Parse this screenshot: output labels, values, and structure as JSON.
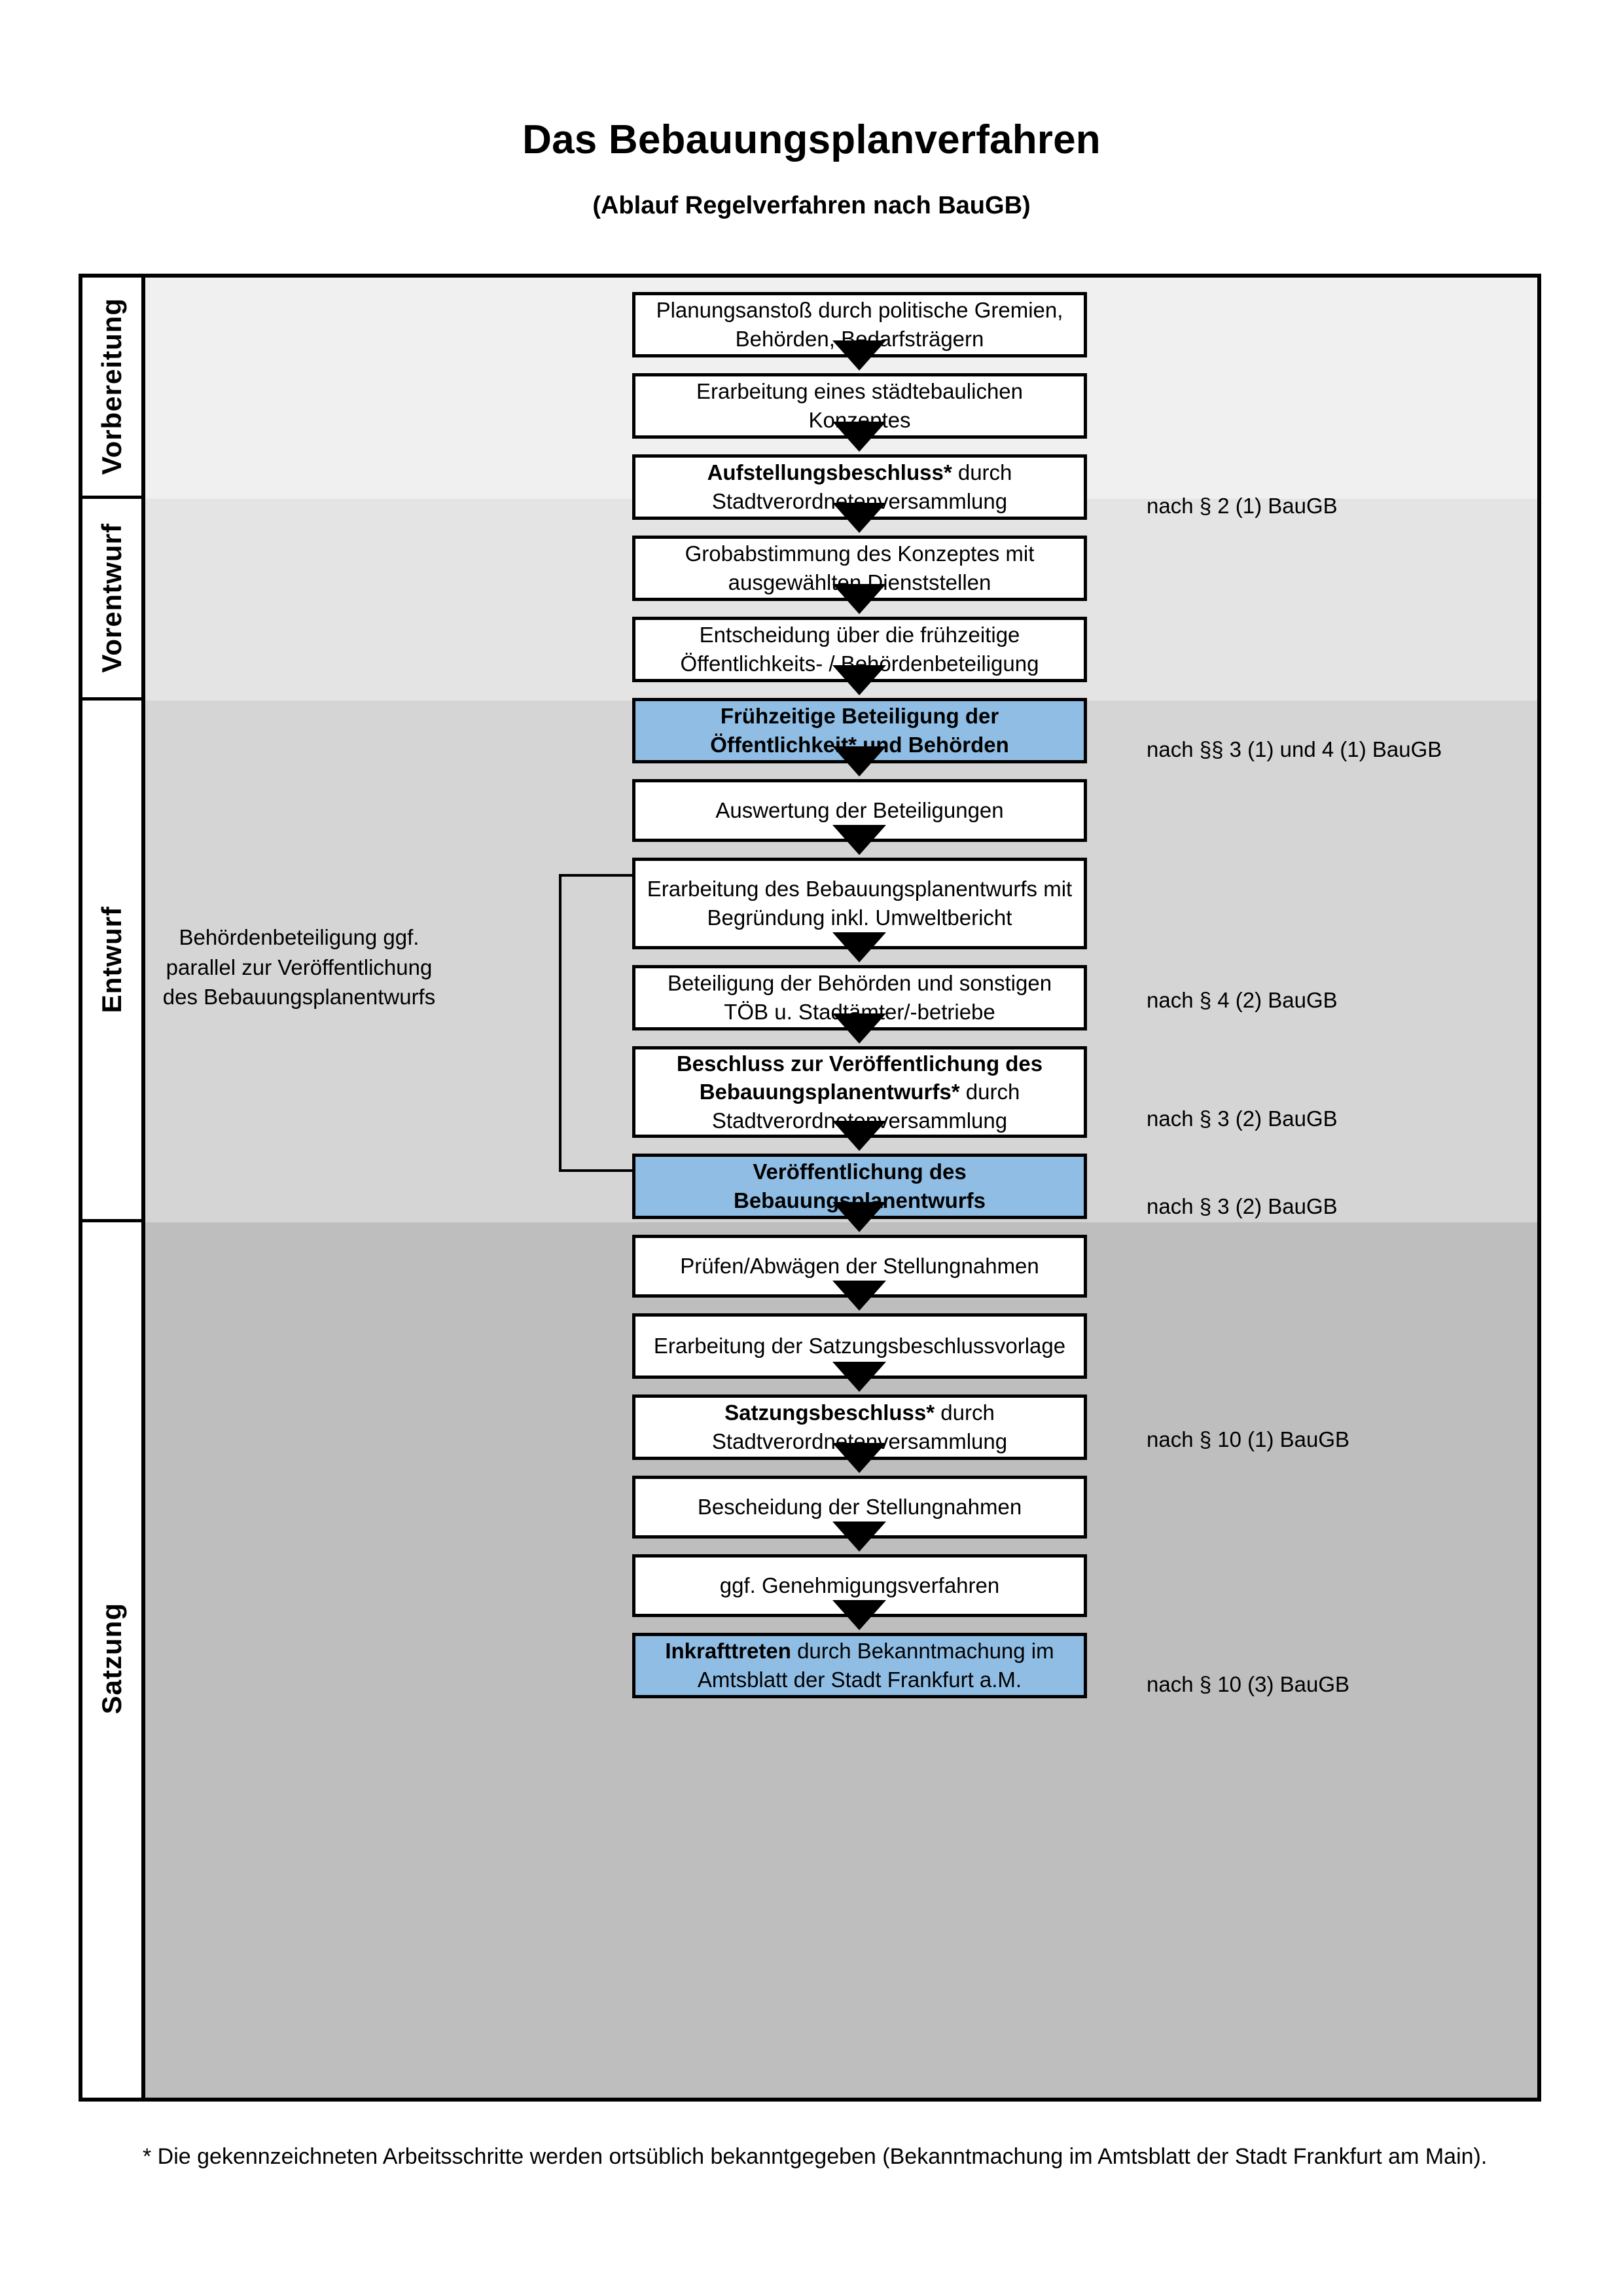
{
  "header": {
    "title": "Das Bebauungsplanverfahren",
    "subtitle": "(Ablauf Regelverfahren nach BauGB)"
  },
  "colors": {
    "highlight_box": "#8FBDE4",
    "band_vorbereitung": "#F0F0F0",
    "band_vorentwurf": "#E4E4E4",
    "band_entwurf": "#D5D5D5",
    "band_satzung": "#BEBEBE",
    "outline": "#000000"
  },
  "phases": [
    {
      "label": "Vorbereitung"
    },
    {
      "label": "Vorentwurf"
    },
    {
      "label": "Entwurf"
    },
    {
      "label": "Satzung"
    }
  ],
  "steps": [
    {
      "id": "planungsanstoss",
      "phase": "Vorbereitung",
      "bold": "",
      "text": "Planungsanstoß durch politische Gremien, Behörden, Bedarfsträgern",
      "highlight": false
    },
    {
      "id": "staedtebauliches-konzept",
      "phase": "Vorbereitung",
      "bold": "",
      "text": "Erarbeitung eines städtebaulichen Konzeptes",
      "highlight": false
    },
    {
      "id": "aufstellungsbeschluss",
      "phase": "Vorbereitung",
      "bold": "Aufstellungsbeschluss*",
      "text": " durch Stadtverordnetenversammlung",
      "highlight": false
    },
    {
      "id": "grobabstimmung",
      "phase": "Vorentwurf",
      "bold": "",
      "text": "Grobabstimmung des Konzeptes mit ausgewählten Dienststellen",
      "highlight": false
    },
    {
      "id": "entscheidung-fruehzeitige-beteiligung",
      "phase": "Vorentwurf",
      "bold": "",
      "text": "Entscheidung über die frühzeitige Öffentlichkeits- / Behördenbeteiligung",
      "highlight": false
    },
    {
      "id": "fruehzeitige-beteiligung",
      "phase": "Vorentwurf",
      "bold": "Frühzeitige Beteiligung der Öffentlichkeit* und Behörden",
      "text": "",
      "highlight": true
    },
    {
      "id": "auswertung-beteiligungen",
      "phase": "Entwurf",
      "bold": "",
      "text": "Auswertung der Beteiligungen",
      "highlight": false
    },
    {
      "id": "erarbeitung-bebauungsplanentwurf",
      "phase": "Entwurf",
      "bold": "",
      "text": "Erarbeitung des Bebauungsplanentwurfs mit Begründung inkl. Umweltbericht",
      "highlight": false
    },
    {
      "id": "beteiligung-behoerden",
      "phase": "Entwurf",
      "bold": "",
      "text": "Beteiligung der Behörden und sonstigen TÖB u. Stadtämter/-betriebe",
      "highlight": false
    },
    {
      "id": "beschluss-veroeffentlichung",
      "phase": "Entwurf",
      "bold": "Beschluss zur Veröffentlichung des Bebauungsplanentwurfs*",
      "text": " durch Stadtverordnetenversammlung",
      "highlight": false
    },
    {
      "id": "veroeffentlichung-entwurf",
      "phase": "Entwurf",
      "bold": "Veröffentlichung des Bebauungsplanentwurfs",
      "text": "",
      "highlight": true
    },
    {
      "id": "pruefen-abwaegen",
      "phase": "Satzung",
      "bold": "",
      "text": "Prüfen/Abwägen der Stellungnahmen",
      "highlight": false
    },
    {
      "id": "satzungsbeschlussvorlage",
      "phase": "Satzung",
      "bold": "",
      "text": "Erarbeitung der Satzungsbeschlussvorlage",
      "highlight": false
    },
    {
      "id": "satzungsbeschluss",
      "phase": "Satzung",
      "bold": "Satzungsbeschluss*",
      "text": " durch Stadtverordnetenversammlung",
      "highlight": false
    },
    {
      "id": "bescheidung-stellungnahmen",
      "phase": "Satzung",
      "bold": "",
      "text": "Bescheidung der Stellungnahmen",
      "highlight": false
    },
    {
      "id": "genehmigungsverfahren",
      "phase": "Satzung",
      "bold": "",
      "text": "ggf. Genehmigungsverfahren",
      "highlight": false
    },
    {
      "id": "inkrafttreten",
      "phase": "Satzung",
      "bold": "Inkrafttreten",
      "text": " durch Bekanntmachung im Amtsblatt der Stadt Frankfurt a.M.",
      "highlight": true
    }
  ],
  "legal_refs": [
    {
      "id": "ref-par2-1",
      "text": "nach § 2 (1) BauGB",
      "for_step": "aufstellungsbeschluss"
    },
    {
      "id": "ref-par3-1-4-1",
      "text": "nach §§ 3 (1) und 4 (1) BauGB",
      "for_step": "fruehzeitige-beteiligung"
    },
    {
      "id": "ref-par4-2",
      "text": "nach § 4 (2) BauGB",
      "for_step": "beteiligung-behoerden"
    },
    {
      "id": "ref-par3-2-a",
      "text": "nach § 3 (2) BauGB",
      "for_step": "beschluss-veroeffentlichung"
    },
    {
      "id": "ref-par3-2-b",
      "text": "nach § 3 (2) BauGB",
      "for_step": "veroeffentlichung-entwurf"
    },
    {
      "id": "ref-par10-1",
      "text": "nach § 10 (1) BauGB",
      "for_step": "satzungsbeschluss"
    },
    {
      "id": "ref-par10-3",
      "text": "nach § 10 (3) BauGB",
      "for_step": "inkrafttreten"
    }
  ],
  "side_note": {
    "text": "Behördenbeteiligung ggf. parallel zur Veröffentlichung des Bebauungsplanentwurfs"
  },
  "footnote": {
    "text": "* Die gekennzeichneten Arbeitsschritte werden ortsüblich bekanntgegeben (Bekanntmachung im Amtsblatt  der Stadt Frankfurt am Main)."
  }
}
